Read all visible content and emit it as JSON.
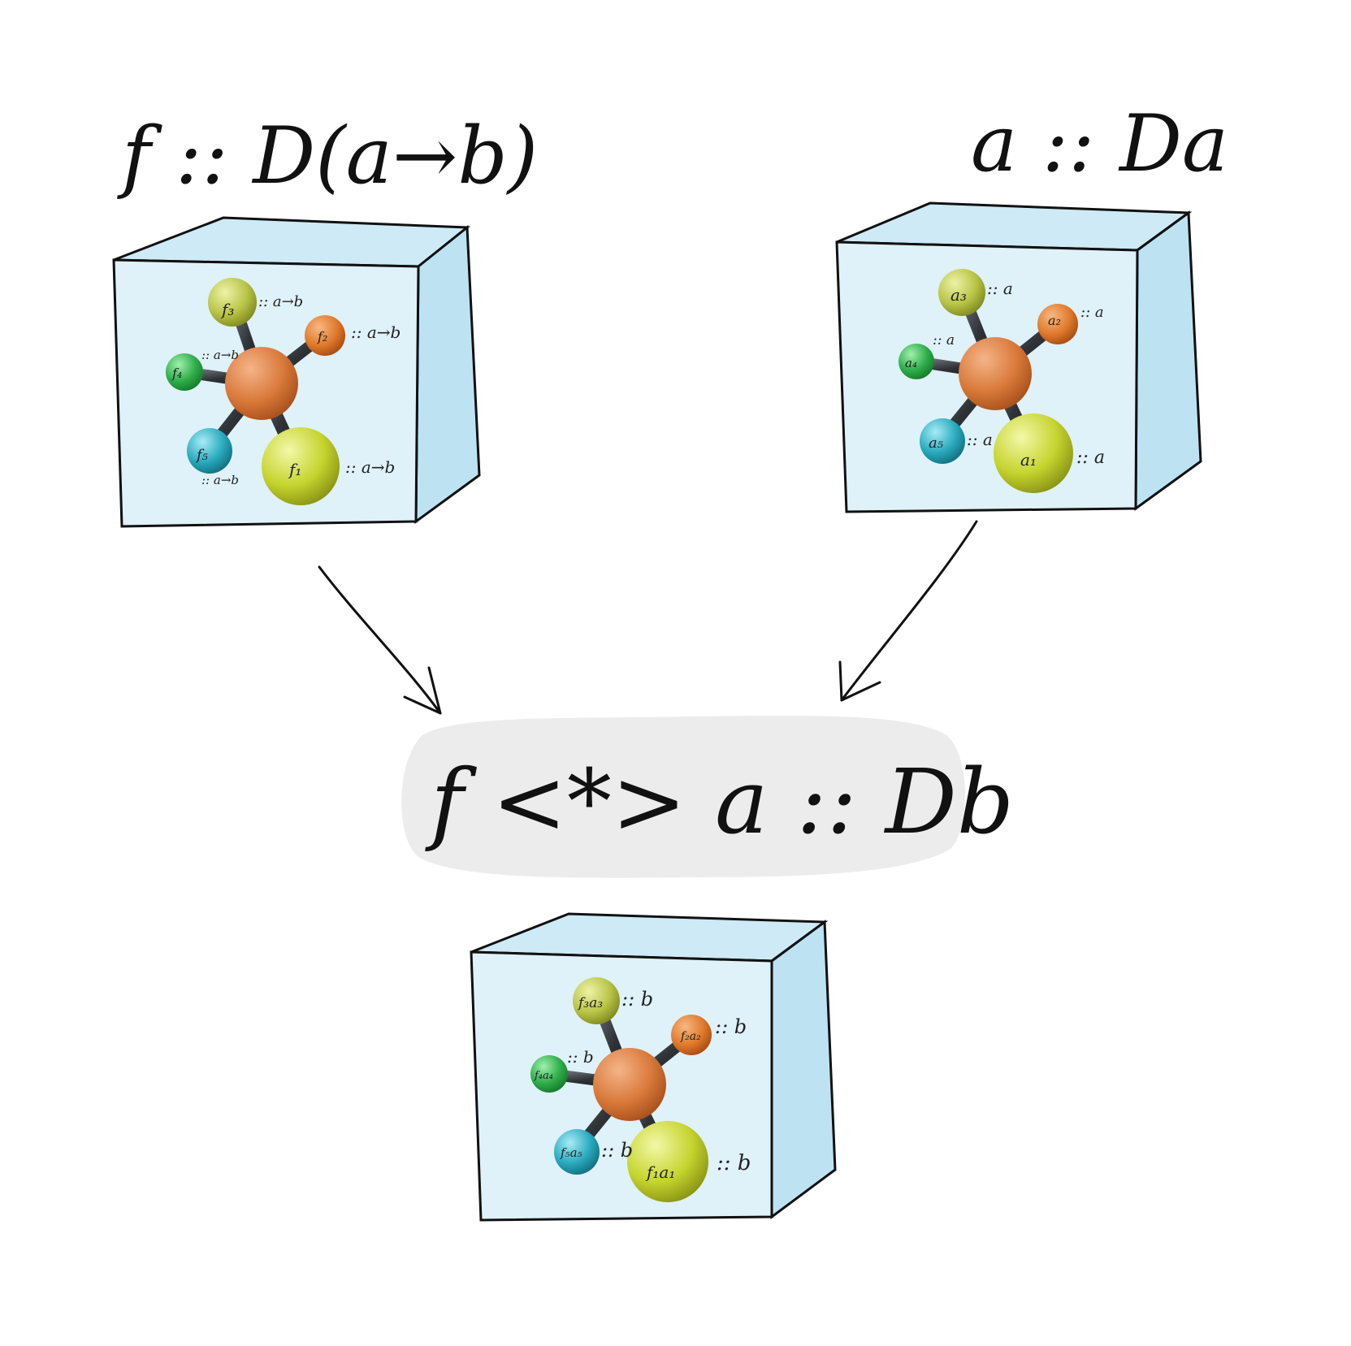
{
  "left_box": {
    "title": "f :: D(a→b)",
    "balls": [
      {
        "label": "f₁",
        "type": ":: a→b"
      },
      {
        "label": "f₂",
        "type": ":: a→b"
      },
      {
        "label": "f₃",
        "type": ":: a→b"
      },
      {
        "label": "f₄",
        "type": ":: a→b"
      },
      {
        "label": "f₅",
        "type": ":: a→b"
      }
    ]
  },
  "right_box": {
    "title": "a :: Da",
    "balls": [
      {
        "label": "a₁",
        "type": ":: a"
      },
      {
        "label": "a₂",
        "type": ":: a"
      },
      {
        "label": "a₃",
        "type": ":: a"
      },
      {
        "label": "a₄",
        "type": ":: a"
      },
      {
        "label": "a₅",
        "type": ":: a"
      }
    ]
  },
  "result": {
    "expression": "f <*> a :: Db",
    "balls": [
      {
        "label": "f₁a₁",
        "type": ":: b"
      },
      {
        "label": "f₂a₂",
        "type": ":: b"
      },
      {
        "label": "f₃a₃",
        "type": ":: b"
      },
      {
        "label": "f₄a₄",
        "type": ":: b"
      },
      {
        "label": "f₅a₅",
        "type": ":: b"
      }
    ]
  },
  "colors": {
    "cube_face": "#dff1f9",
    "cube_side": "#bde3f3",
    "center_ball": "#d9793a",
    "ball_1": "#c6d42e",
    "ball_2": "#e07a2c",
    "ball_3": "#b9c447",
    "ball_4": "#2fae4a",
    "ball_5": "#2aaabf",
    "bubble": "#ececec"
  }
}
